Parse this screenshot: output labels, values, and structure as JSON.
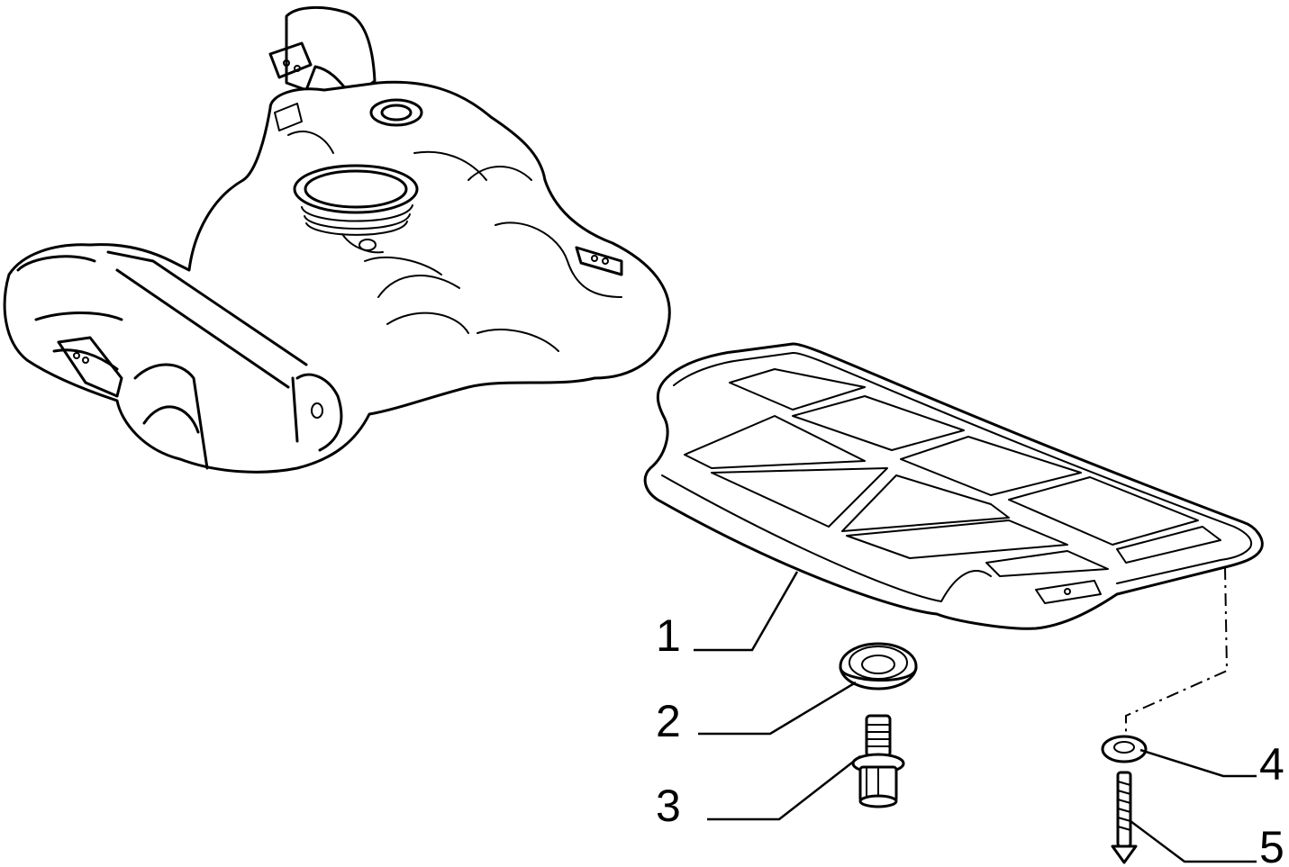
{
  "diagram": {
    "callouts": [
      {
        "label": "1",
        "part": "underbody-shield"
      },
      {
        "label": "2",
        "part": "grommet"
      },
      {
        "label": "3",
        "part": "stud-bolt"
      },
      {
        "label": "4",
        "part": "washer"
      },
      {
        "label": "5",
        "part": "screw"
      }
    ],
    "icons": {
      "fuel_tank": "fuel-tank-drawing",
      "shield": "protective-shield-drawing"
    },
    "colors": {
      "line": "#000000",
      "background": "#ffffff"
    }
  }
}
